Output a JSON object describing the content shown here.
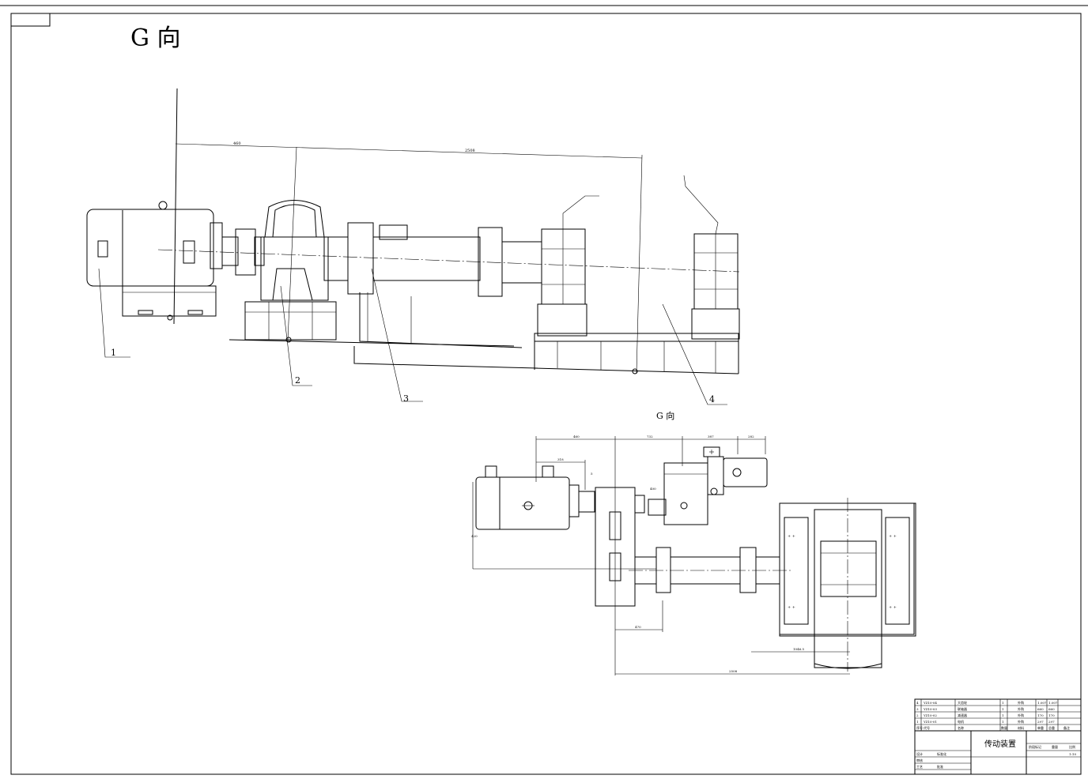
{
  "drawing": {
    "view_heading_large": "G 向",
    "view_heading_small": "G 向",
    "part_labels": [
      "1",
      "2",
      "3",
      "4"
    ],
    "upper_dims": [
      "460",
      "2508"
    ],
    "lower_dims": [
      "460",
      "732",
      "387",
      "282",
      "318",
      "5",
      "420",
      "470",
      "1046.5",
      "2508",
      "400"
    ]
  },
  "title_block": {
    "drawing_title": "传动装置",
    "bom_rows": [
      {
        "no": "4",
        "code": "YZ10-04",
        "name": "大齿轮",
        "qty": "1",
        "material": "外购",
        "weight_a": "1.007",
        "weight_b": "1.007"
      },
      {
        "no": "3",
        "code": "YZ10-03",
        "name": "联轴器",
        "qty": "1",
        "material": "外购",
        "weight_a": "660",
        "weight_b": "660"
      },
      {
        "no": "2",
        "code": "YZ10-02",
        "name": "减速器",
        "qty": "1",
        "material": "外购",
        "weight_a": "170",
        "weight_b": "170"
      },
      {
        "no": "1",
        "code": "YZ10-01",
        "name": "电机",
        "qty": "1",
        "material": "外购",
        "weight_a": "297",
        "weight_b": "297"
      }
    ],
    "bom_header": {
      "no": "序号",
      "code": "代号",
      "name": "名称",
      "qty": "数量",
      "material": "材料",
      "weight_a": "单重",
      "weight_b": "总重",
      "note": "备注"
    },
    "sign_labels": [
      "设计",
      "审核",
      "工艺",
      "标准化",
      "批准"
    ],
    "stage_labels": [
      "阶段标记",
      "重量",
      "比例"
    ],
    "scale": "1:10"
  }
}
